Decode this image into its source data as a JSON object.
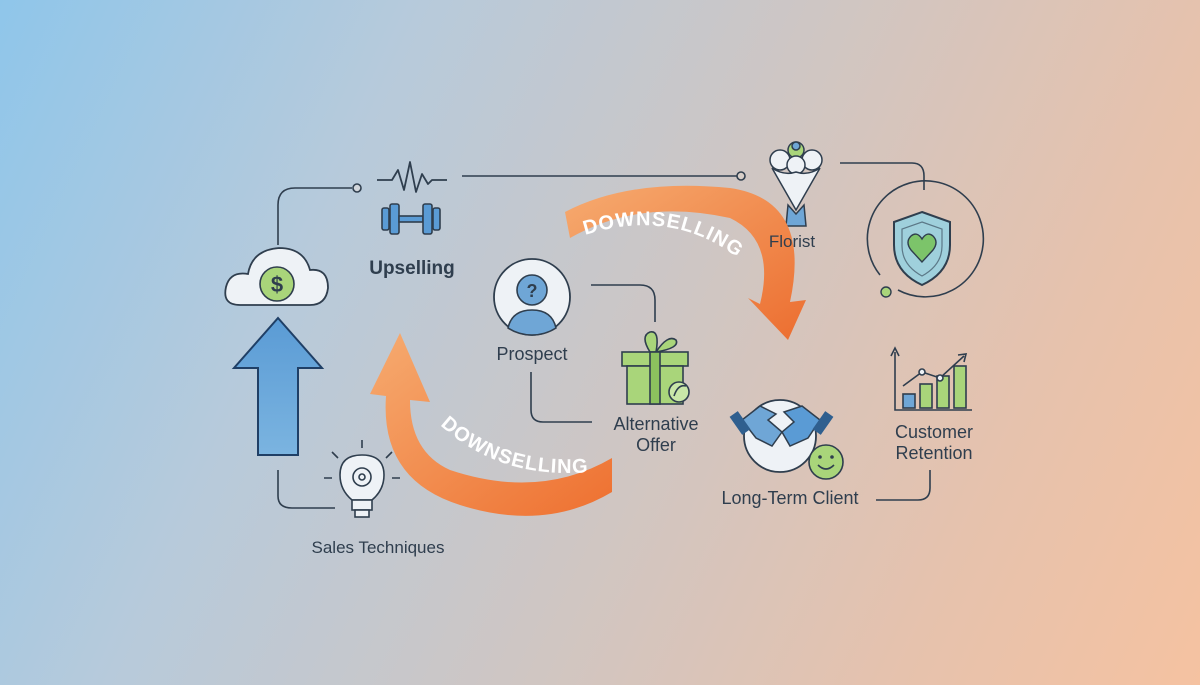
{
  "nodes": {
    "upselling": "Upselling",
    "prospect": "Prospect",
    "alternative_offer_line1": "Alternative",
    "alternative_offer_line2": "Offer",
    "florist": "Florist",
    "customer_retention_line1": "Customer",
    "customer_retention_line2": "Retention",
    "long_term_client": "Long-Term Client",
    "sales_techniques": "Sales Techniques"
  },
  "arrows": {
    "top_label": "DOWNSELLING",
    "bottom_label": "DOWNSELLING"
  },
  "colors": {
    "line": "#2f3e4e",
    "up_arrow": "#4f8fc9",
    "up_arrow_stroke": "#1f3f66",
    "orange_start": "#f4a163",
    "orange_end": "#ee7a3a",
    "green": "#a9d57a",
    "blue_icon": "#6fa6d6",
    "shield_fill": "#9fd0dc",
    "heart": "#7cc46a",
    "smile": "#a9d57a"
  },
  "icons": [
    "cloud-dollar-icon",
    "heartbeat-icon",
    "dumbbell-icon",
    "question-user-icon",
    "gift-box-icon",
    "bouquet-icon",
    "shield-heart-icon",
    "growth-chart-icon",
    "handshake-icon",
    "smile-icon",
    "lightbulb-gear-icon"
  ]
}
